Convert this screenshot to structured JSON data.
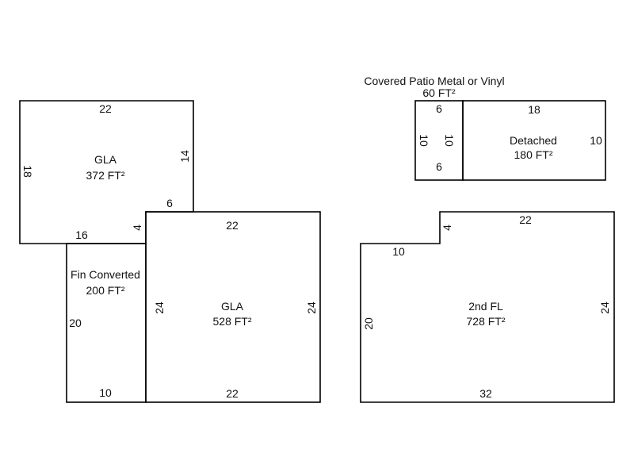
{
  "sketch": {
    "areas": [
      {
        "id": "gla-1",
        "name": "GLA",
        "area": "372 FT²",
        "dims": [
          "22",
          "18",
          "14",
          "6",
          "4",
          "16"
        ]
      },
      {
        "id": "fin-converted",
        "name": "Fin Converted",
        "area": "200 FT²",
        "dims": [
          "20",
          "10"
        ]
      },
      {
        "id": "gla-2",
        "name": "GLA",
        "area": "528 FT²",
        "dims": [
          "22",
          "24",
          "24",
          "22"
        ]
      },
      {
        "id": "covered-patio",
        "name": "Covered Patio Metal or Vinyl",
        "area": "60 FT²",
        "dims": [
          "6",
          "10",
          "10",
          "6"
        ]
      },
      {
        "id": "detached",
        "name": "Detached",
        "area": "180 FT²",
        "dims": [
          "18",
          "10"
        ]
      },
      {
        "id": "second-floor",
        "name": "2nd FL",
        "area": "728 FT²",
        "dims": [
          "22",
          "4",
          "10",
          "20",
          "24",
          "32"
        ]
      }
    ],
    "line_color": "#000000"
  }
}
